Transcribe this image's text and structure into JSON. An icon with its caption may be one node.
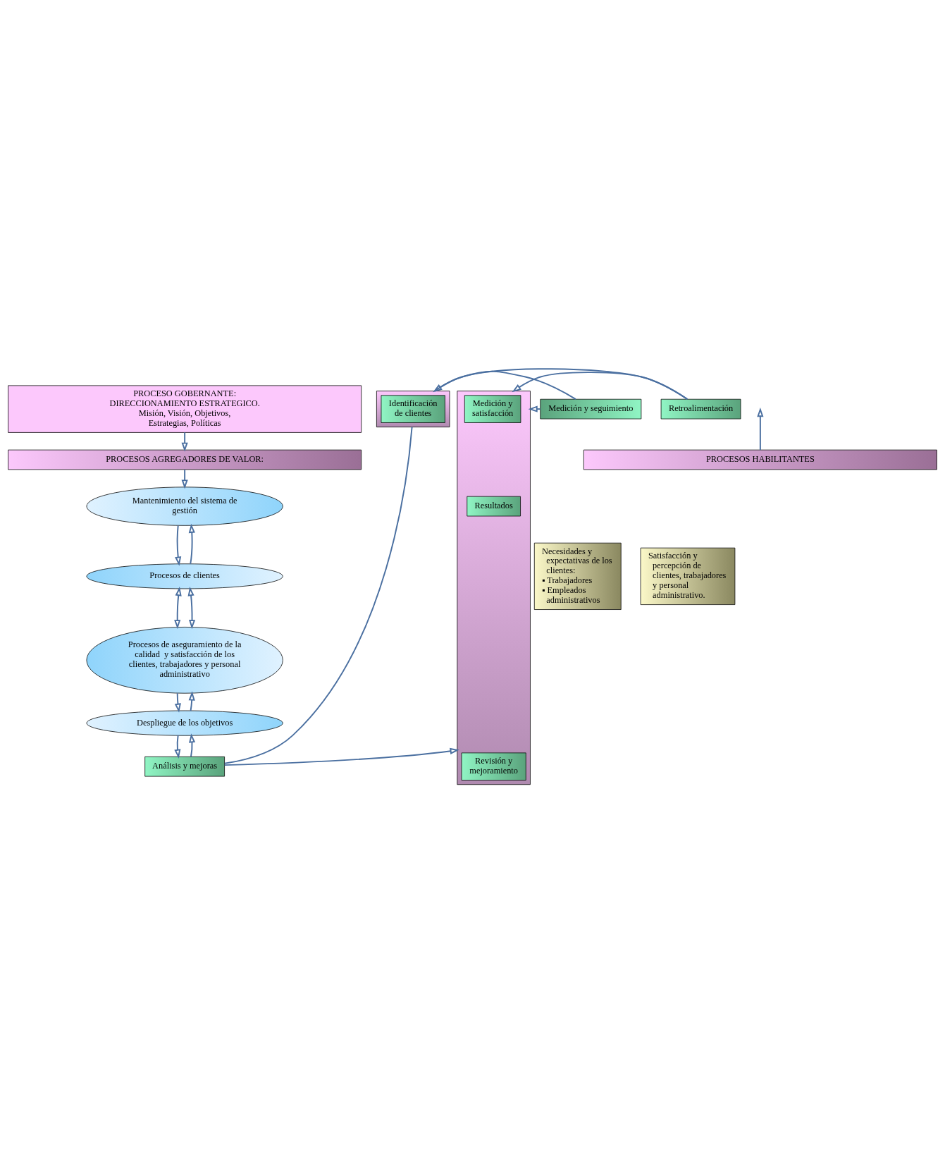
{
  "diagram": {
    "nodes": [
      {
        "text": [
          "PROCESO GOBERNANTE: DIRECCIONAMIENTO ESTRATEGICO.",
          "Misión, Visión, Objetivos, Estrategias, Políticas"
        ]
      },
      {
        "text": [
          "PROCESOS AGREGADORES DE VALOR:"
        ]
      },
      {
        "text": [],
        "shape": "box"
      },
      {
        "text": [
          "Necesidades y expectativas de los clientes:",
          "▪ Trabajadores",
          "▪ Empleados administrativos"
        ]
      },
      {
        "text": [
          "Identificación de clientes"
        ],
        "in": 2
      },
      {
        "text": [
          "Mantenimiento del sistema de gestión"
        ]
      },
      {
        "text": [
          "Procesos de clientes"
        ]
      },
      {
        "text": [
          "Procesos de aseguramiento de la calidad  y satisfacción de los clientes, trabajadores y personal administrativo"
        ]
      },
      {
        "text": [
          "Despliegue de los objetivos"
        ]
      },
      {
        "text": [
          "Análisis y mejoras"
        ]
      },
      {
        "text": [
          "Medición y seguimiento"
        ]
      },
      {
        "text": [
          "Retroalimentación"
        ]
      },
      {
        "text": [],
        "shape": "box"
      },
      {
        "text": [
          "Resultados"
        ],
        "in": 12
      },
      {
        "text": [
          "Satisfacción y percepción de clientes, trabajadores y personal administrativo."
        ]
      },
      {
        "text": [
          "Revisión y mejoramiento"
        ],
        "in": 12
      },
      {
        "text": [
          "Medición y satisfacción"
        ],
        "in": 12
      },
      {
        "text": [
          "PROCESOS HABILITANTES"
        ]
      }
    ],
    "edges": [
      {
        "from": 0,
        "to": 1,
        "arrow": "to"
      },
      {
        "from": 1,
        "to": 5,
        "arrow": "to"
      },
      {
        "from": 6,
        "to": 5,
        "arrow": "to"
      },
      {
        "from": 5,
        "to": 6,
        "arrow": "to"
      },
      {
        "from": 6,
        "to": 7,
        "arrow": "both"
      },
      {
        "from": 6,
        "to": 7,
        "arrow": "both"
      },
      {
        "from": 7,
        "to": 8,
        "arrow": "to"
      },
      {
        "from": 8,
        "to": 7,
        "arrow": "to"
      },
      {
        "from": 8,
        "to": 9,
        "arrow": "to"
      },
      {
        "from": 9,
        "to": 8,
        "arrow": "to"
      },
      {
        "from": 9,
        "to": 2,
        "arrow": "none"
      },
      {
        "from": 9,
        "to": 12,
        "arrow": "to"
      },
      {
        "from": 10,
        "to": 2,
        "arrow": "none"
      },
      {
        "from": 10,
        "to": 12,
        "arrow": "to"
      },
      {
        "from": 11,
        "to": 2,
        "arrow": "to"
      },
      {
        "from": 11,
        "to": 12,
        "arrow": "to"
      },
      {
        "from": 17,
        "to": null,
        "arrow": "to"
      }
    ]
  }
}
